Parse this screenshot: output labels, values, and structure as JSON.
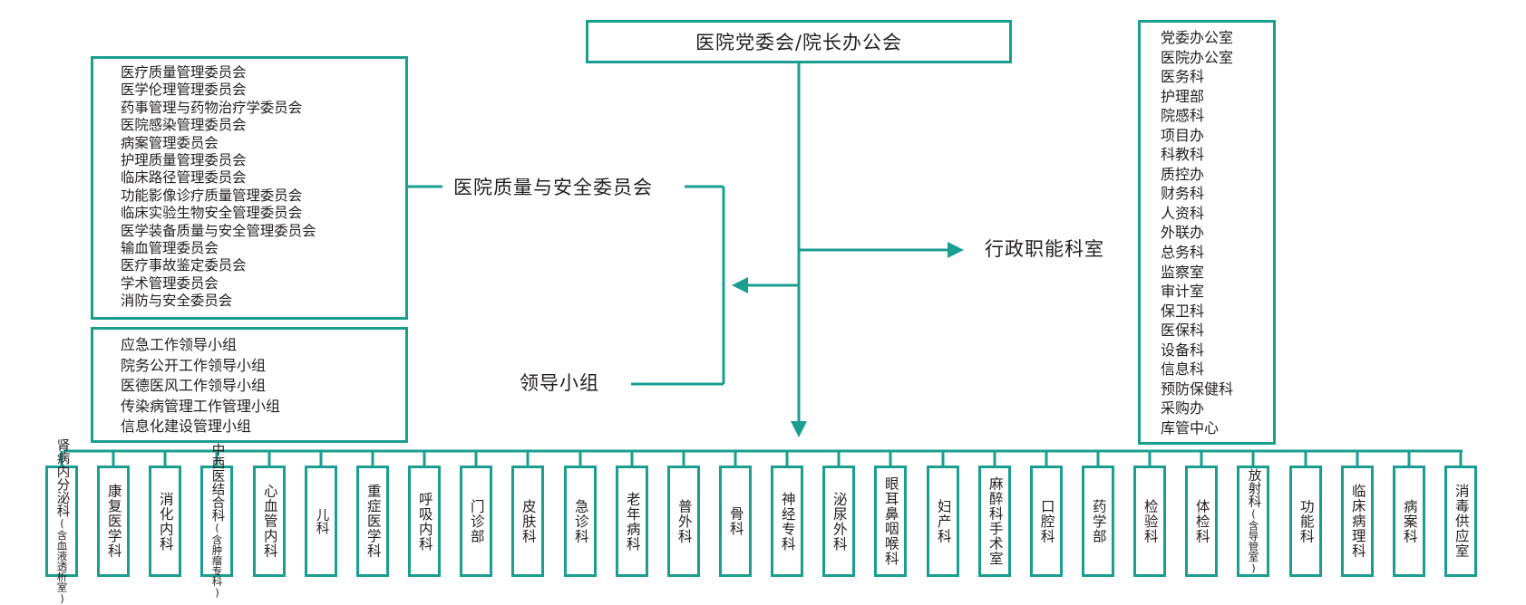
{
  "top_box": "医院党委会/院长办公会",
  "labels": {
    "quality": "医院质量与安全委员会",
    "leading": "领导小组",
    "admin": "行政职能科室"
  },
  "committees": [
    "医疗质量管理委员会",
    "医学伦理管理委员会",
    "药事管理与药物治疗学委员会",
    "医院感染管理委员会",
    "病案管理委员会",
    "护理质量管理委员会",
    "临床路径管理委员会",
    "功能影像诊疗质量管理委员会",
    "临床实验生物安全管理委员会",
    "医学装备质量与安全管理委员会",
    "输血管理委员会",
    "医疗事故鉴定委员会",
    "学术管理委员会",
    "消防与安全委员会"
  ],
  "leading_groups": [
    "应急工作领导小组",
    "院务公开工作领导小组",
    "医德医风工作领导小组",
    "传染病管理工作管理小组",
    "信息化建设管理小组"
  ],
  "admin_departments": [
    "党委办公室",
    "医院办公室",
    "医务科",
    "护理部",
    "院感科",
    "项目办",
    "科教科",
    "质控办",
    "财务科",
    "人资科",
    "外联办",
    "总务科",
    "监察室",
    "审计室",
    "保卫科",
    "医保科",
    "设备科",
    "信息科",
    "预防保健科",
    "采购办",
    "库管中心"
  ],
  "clinical_departments": [
    {
      "cols": [
        "肾病内分泌科",
        "(含血液透析室)"
      ]
    },
    {
      "cols": [
        "康复医学科"
      ]
    },
    {
      "cols": [
        "消化内科"
      ]
    },
    {
      "cols": [
        "中西医结合科",
        "(含肿瘤专科)"
      ]
    },
    {
      "cols": [
        "心血管内科"
      ]
    },
    {
      "cols": [
        "儿",
        "科"
      ]
    },
    {
      "cols": [
        "重症医学科"
      ]
    },
    {
      "cols": [
        "呼吸内科"
      ]
    },
    {
      "cols": [
        "门诊部"
      ]
    },
    {
      "cols": [
        "皮肤科"
      ]
    },
    {
      "cols": [
        "急诊科"
      ]
    },
    {
      "cols": [
        "老年病科"
      ]
    },
    {
      "cols": [
        "普外科"
      ]
    },
    {
      "cols": [
        "骨科"
      ]
    },
    {
      "cols": [
        "神经专科"
      ]
    },
    {
      "cols": [
        "泌尿外科"
      ]
    },
    {
      "cols": [
        "眼耳鼻咽喉科"
      ]
    },
    {
      "cols": [
        "妇产科"
      ]
    },
    {
      "cols": [
        "麻醉科手术室"
      ]
    },
    {
      "cols": [
        "口腔科"
      ]
    },
    {
      "cols": [
        "药学部"
      ]
    },
    {
      "cols": [
        "检验科"
      ]
    },
    {
      "cols": [
        "体检科"
      ]
    },
    {
      "cols": [
        "放射科",
        "(含导管室)"
      ]
    },
    {
      "cols": [
        "功能科"
      ]
    },
    {
      "cols": [
        "临床病理科"
      ]
    },
    {
      "cols": [
        "病案科"
      ]
    },
    {
      "cols": [
        "消毒供应室"
      ]
    }
  ],
  "colors": {
    "line": "#1a9e8f",
    "text": "#231f20"
  }
}
